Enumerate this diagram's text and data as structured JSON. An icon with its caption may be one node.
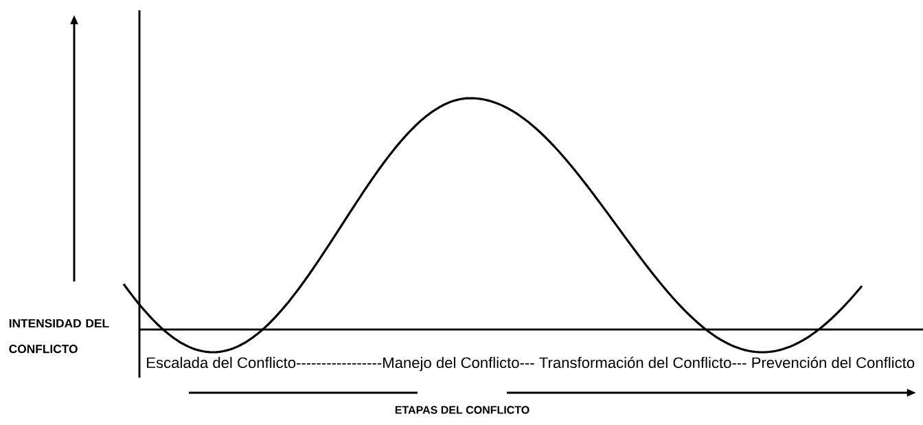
{
  "diagram": {
    "labels": [
      "INTENSIDAD DEL CONFLICTO",
      "Escalada del Conflicto-----------------Manejo del Conflicto--- Transformación del Conflicto--- Prevención del Conflicto",
      "ETAPAS DEL CONFLICTO"
    ]
  }
}
